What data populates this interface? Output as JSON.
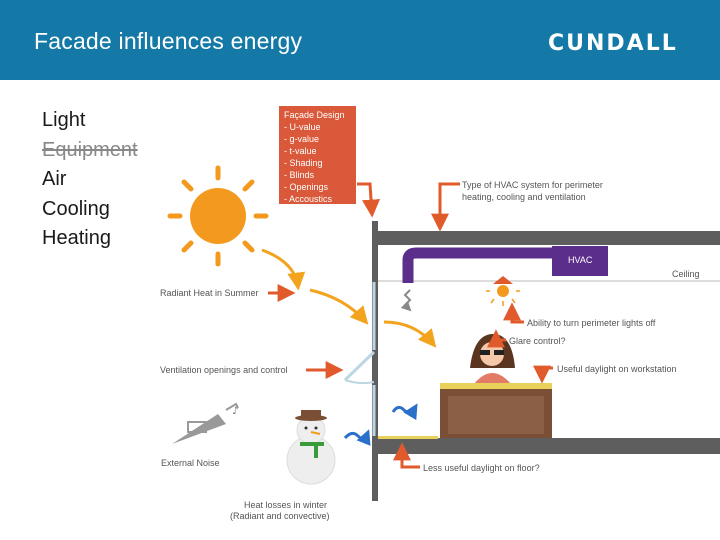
{
  "header": {
    "title": "Facade influences energy",
    "logo_text": "CUNDALL"
  },
  "factors": [
    "Light",
    "Equipment",
    "Air",
    "Cooling",
    "Heating"
  ],
  "facade_design": {
    "title": "Façade  Design",
    "items": [
      "- U-value",
      "- g-value",
      "- t-value",
      "- Shading",
      "- Blinds",
      "- Openings",
      "- Accoustics"
    ]
  },
  "labels": {
    "hvac_type_1": "Type of HVAC system for perimeter",
    "hvac_type_2": "heating, cooling and ventilation",
    "hvac": "HVAC",
    "ceiling": "Ceiling",
    "radiant_heat": "Radiant Heat in Summer",
    "lights_off": "Ability to turn perimeter lights off",
    "glare": "Glare control?",
    "ventilation": "Ventilation openings and control",
    "daylight_workstation": "Useful daylight on workstation",
    "external_noise": "External Noise",
    "daylight_floor": "Less useful daylight on floor?",
    "heat_losses_1": "Heat losses in winter",
    "heat_losses_2": "(Radiant and convective)"
  },
  "colors": {
    "header_bg": "#1479a7",
    "arrow": "#e05a2b",
    "facade_box": "#d9593a",
    "hvac_duct": "#5b2e8c",
    "sun": "#f39a1e",
    "wall": "#5e5e5e",
    "desk": "#7a4f35",
    "noise_wave": "#2a6fc9",
    "glass": "#bcd6e4"
  }
}
